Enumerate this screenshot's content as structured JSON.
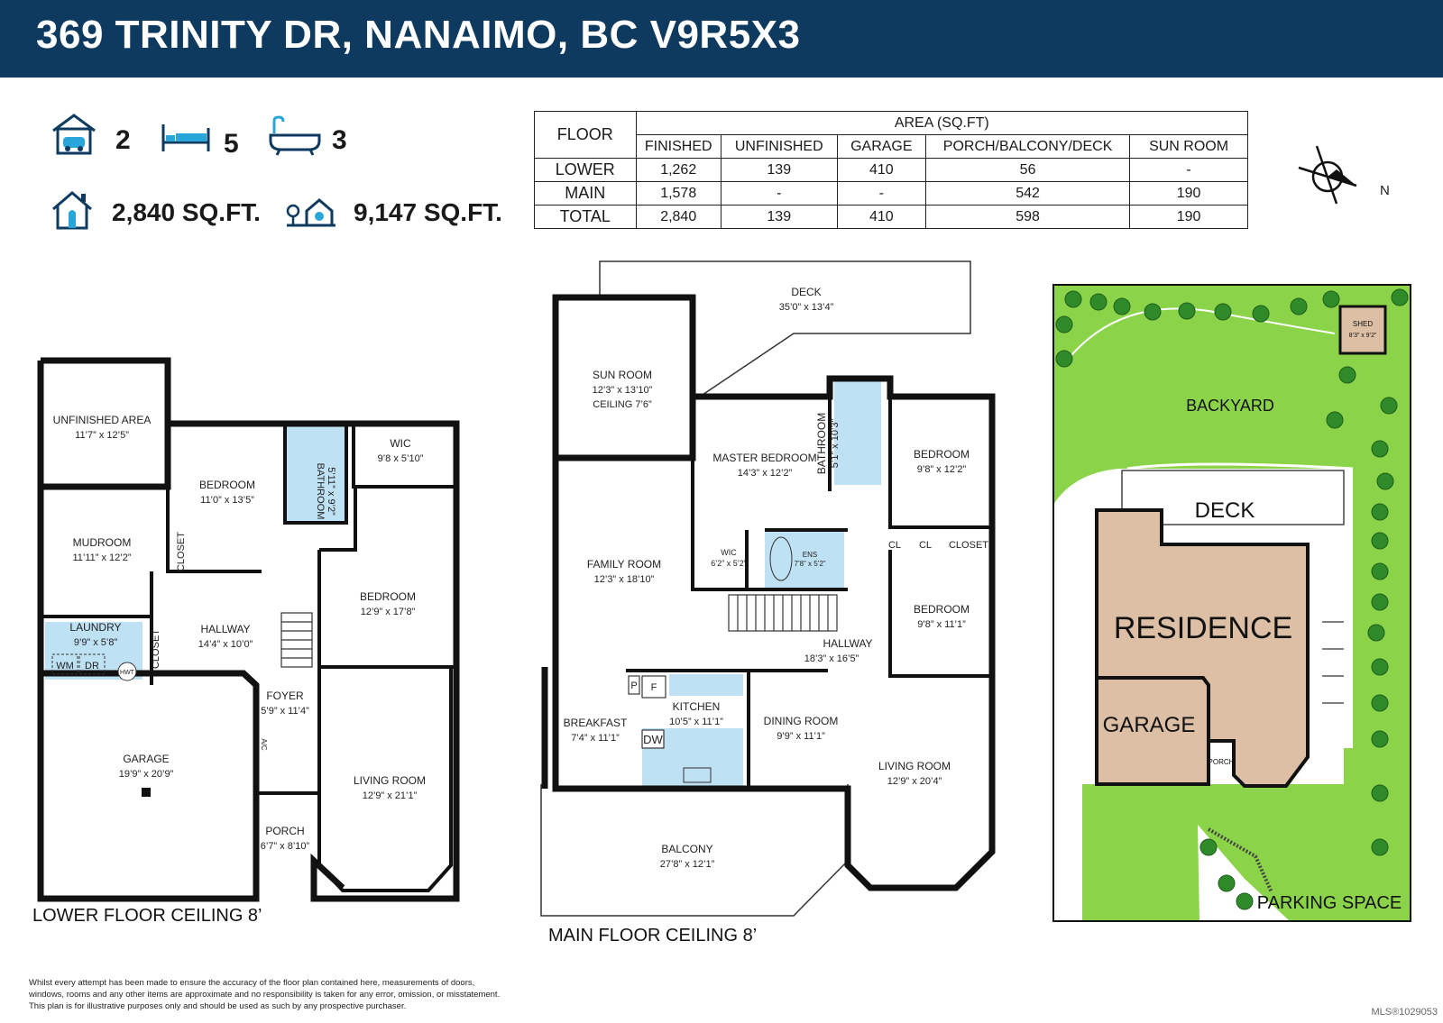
{
  "header": {
    "title": "369 TRINITY DR, NANAIMO, BC  V9R5X3"
  },
  "stats": {
    "garage_count": "2",
    "bedroom_count": "5",
    "bathroom_count": "3",
    "interior_area": "2,840 SQ.FT.",
    "lot_area": "9,147 SQ.FT."
  },
  "area_table": {
    "floor_header": "FLOOR",
    "area_header": "AREA (SQ.FT)",
    "columns": [
      "FINISHED",
      "UNFINISHED",
      "GARAGE",
      "PORCH/BALCONY/DECK",
      "SUN ROOM"
    ],
    "rows": [
      {
        "floor": "LOWER",
        "values": [
          "1,262",
          "139",
          "410",
          "56",
          "-"
        ]
      },
      {
        "floor": "MAIN",
        "values": [
          "1,578",
          "-",
          "-",
          "542",
          "190"
        ]
      },
      {
        "floor": "TOTAL",
        "values": [
          "2,840",
          "139",
          "410",
          "598",
          "190"
        ]
      }
    ]
  },
  "compass": {
    "label": "N"
  },
  "lower_floor": {
    "caption": "LOWER FLOOR   CEILING 8’",
    "rooms": [
      {
        "name": "UNFINISHED AREA",
        "dim": "11’7” x 12’5”"
      },
      {
        "name": "MUDROOM",
        "dim": "11’11” x 12’2”"
      },
      {
        "name": "BEDROOM",
        "dim": "11’0” x 13’5”"
      },
      {
        "name": "BATHROOM",
        "dim": "5’11” x 9’2”"
      },
      {
        "name": "WIC",
        "dim": "9’8 x 5’10”"
      },
      {
        "name": "BEDROOM",
        "dim": "12’9” x 17’8”"
      },
      {
        "name": "LAUNDRY",
        "dim": "9’9” x 5’8”"
      },
      {
        "name": "HALLWAY",
        "dim": "14’4” x 10’0”"
      },
      {
        "name": "GARAGE",
        "dim": "19’9” x 20’9”"
      },
      {
        "name": "FOYER",
        "dim": "5’9” x 11’4”"
      },
      {
        "name": "LIVING ROOM",
        "dim": "12’9” x 21’1”"
      },
      {
        "name": "PORCH",
        "dim": "6’7” x 8’10”"
      }
    ],
    "labels": {
      "closet": "CLOSET",
      "wm": "WM",
      "dr": "DR",
      "hwt": "HWT",
      "ac": "A/C"
    }
  },
  "main_floor": {
    "caption": "MAIN  FLOOR  CEILING 8’",
    "rooms": [
      {
        "name": "DECK",
        "dim": "35’0” x 13’4”"
      },
      {
        "name": "SUN ROOM",
        "dim": "12’3” x 13’10”",
        "extra": "CEILING 7’6”"
      },
      {
        "name": "MASTER BEDROOM",
        "dim": "14’3” x 12’2”"
      },
      {
        "name": "BATHROOM",
        "dim": "5’1” x 10’3”"
      },
      {
        "name": "BEDROOM",
        "dim": "9’8” x 12’2”"
      },
      {
        "name": "FAMILY ROOM",
        "dim": "12’3” x 18’10”"
      },
      {
        "name": "WIC",
        "dim": "6’2” x 5’2”"
      },
      {
        "name": "ENS",
        "dim": "7’8” x 5’2”"
      },
      {
        "name": "BEDROOM",
        "dim": "9’8” x 11’1”"
      },
      {
        "name": "HALLWAY",
        "dim": "18’3” x 16’5”"
      },
      {
        "name": "KITCHEN",
        "dim": "10’5” x 11’1”"
      },
      {
        "name": "BREAKFAST",
        "dim": "7’4” x 11’1”"
      },
      {
        "name": "DINING ROOM",
        "dim": "9’9” x 11’1”"
      },
      {
        "name": "LIVING ROOM",
        "dim": "12’9” x 20’4”"
      },
      {
        "name": "BALCONY",
        "dim": "27’8” x 12’1”"
      }
    ],
    "labels": {
      "cl": "CL",
      "closet": "CLOSET",
      "p": "P",
      "f": "F",
      "dw": "DW"
    }
  },
  "site_plan": {
    "shed": "SHED",
    "shed_dim": "8’3” x 9’2”",
    "backyard": "BACKYARD",
    "deck": "DECK",
    "residence": "RESIDENCE",
    "garage": "GARAGE",
    "porch": "PORCH",
    "parking": "PARKING SPACE"
  },
  "disclaimer": [
    "Whilst every attempt has been made to ensure the accuracy of the floor plan contained here, measurements of doors,",
    "windows, rooms and any other items are approximate and no responsibility is taken for any error, omission, or misstatement.",
    "This plan is for illustrative purposes only and should be used as such by any prospective purchaser."
  ],
  "mls": "MLS®1029053",
  "colors": {
    "header_bg": "#0e3a5f",
    "wet_room": "#bfe1f4",
    "lawn": "#8bd44a",
    "tree": "#2f8a2a",
    "residence": "#dcbfa4"
  }
}
